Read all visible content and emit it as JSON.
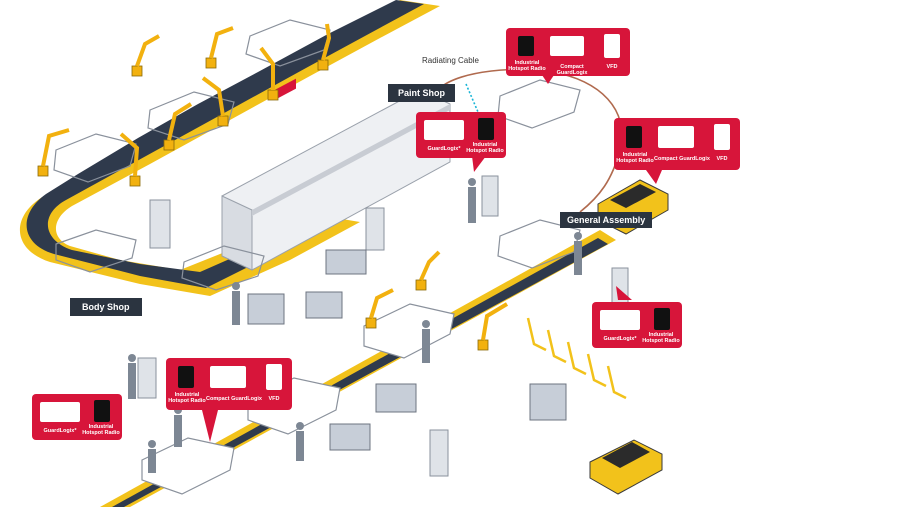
{
  "labels": {
    "body_shop": "Body Shop",
    "paint_shop": "Paint Shop",
    "general_assembly": "General Assembly",
    "radiating_cable": "Radiating Cable"
  },
  "callouts": {
    "top": {
      "radio": "Industrial\nHotspot Radio",
      "logix": "Compact GuardLogix",
      "vfd": "VFD"
    },
    "paint": {
      "guard": "GuardLogix*",
      "radio": "Industrial\nHotspot Radio"
    },
    "right": {
      "radio": "Industrial\nHotspot Radio",
      "logix": "Compact GuardLogix",
      "vfd": "VFD"
    },
    "mid_right": {
      "guard": "GuardLogix*",
      "radio": "Industrial\nHotspot Radio"
    },
    "bottom_center": {
      "radio": "Industrial\nHotspot Radio",
      "logix": "Compact GuardLogix",
      "vfd": "VFD"
    },
    "bottom_left": {
      "guard": "GuardLogix*",
      "radio": "Industrial\nHotspot Radio"
    }
  },
  "colors": {
    "callout_red": "#d7153a",
    "conveyor_dark": "#2f3a4c",
    "conveyor_edge": "#f2c21b",
    "label_dark": "#2b3440",
    "robot_yellow": "#f2b10f",
    "cable_brown": "#b06a4e",
    "wifi_cyan": "#19b5d6"
  },
  "icons": [
    "robot-arm-icon",
    "car-body-icon",
    "control-cabinet-icon",
    "agv-cart-icon",
    "worker-icon",
    "radio-antenna-icon",
    "vfd-drive-icon",
    "plc-rack-icon"
  ]
}
